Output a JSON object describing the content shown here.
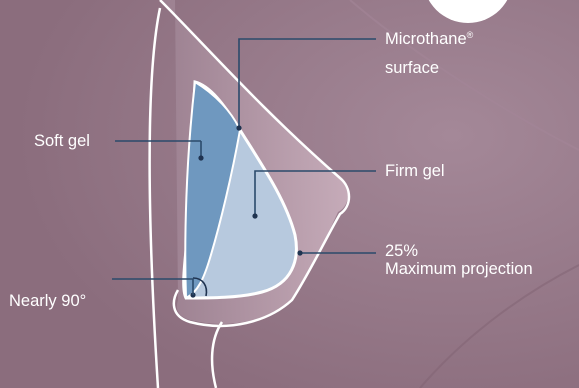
{
  "labels": {
    "microthane_line1": "Microthane",
    "microthane_sup": "®",
    "microthane_line2": "surface",
    "soft_gel": "Soft gel",
    "firm_gel": "Firm gel",
    "projection_pct": "25%",
    "projection_text": "Maximum projection",
    "angle": "Nearly 90°"
  },
  "colors": {
    "background": "#8f7282",
    "tissue": "#c7aab7",
    "soft_gel": "#6f98bf",
    "firm_gel": "#b7c9de",
    "outline": "#ffffff",
    "leader": "#2b4a6b"
  }
}
